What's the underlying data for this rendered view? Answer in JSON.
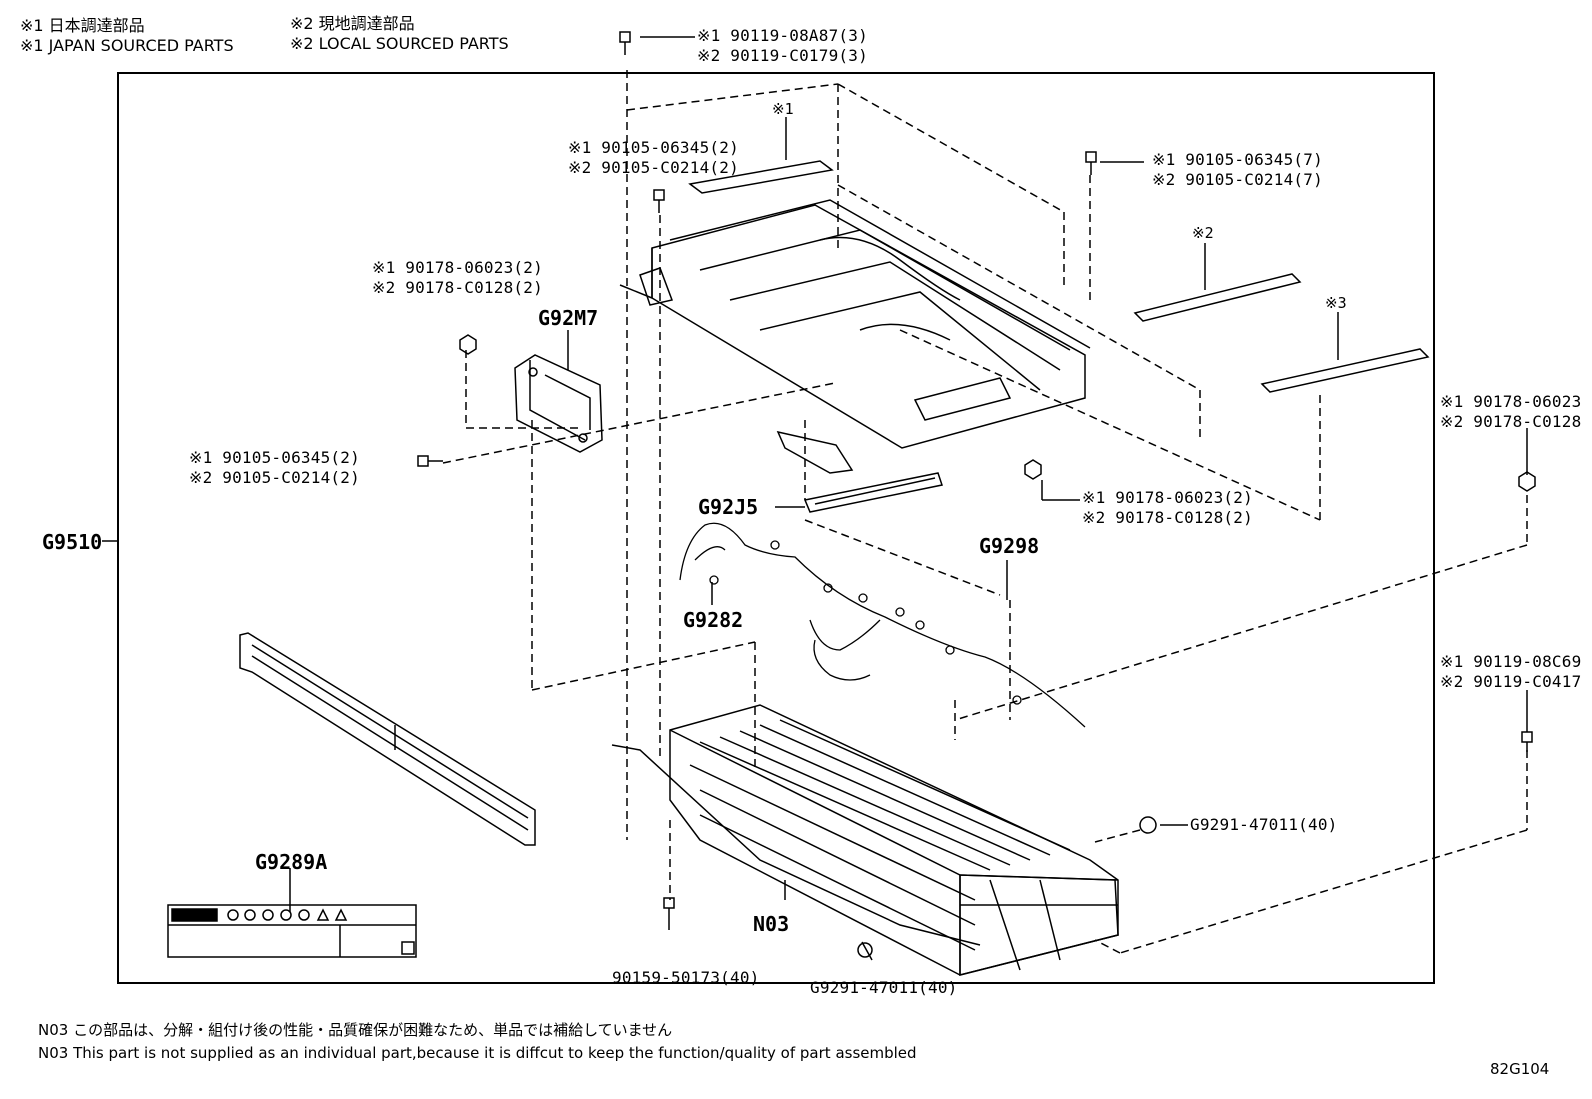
{
  "legend": {
    "jp1": "※1 日本調達部品",
    "en1": "※1 JAPAN SOURCED PARTS",
    "jp2": "※2 現地調達部品",
    "en2": "※2 LOCAL SOURCED PARTS"
  },
  "callouts": {
    "bolt_top": [
      "※1 90119-08A87(3)",
      "※2 90119-C0179(3)"
    ],
    "bolt_left_top": [
      "※1 90105-06345(2)",
      "※2 90105-C0214(2)"
    ],
    "bolt_right_top": [
      "※1 90105-06345(7)",
      "※2 90105-C0214(7)"
    ],
    "nut_bracket": [
      "※1 90178-06023(2)",
      "※2 90178-C0128(2)"
    ],
    "bolt_bracket": [
      "※1 90105-06345(2)",
      "※2 90105-C0214(2)"
    ],
    "nut_center": [
      "※1 90178-06023(2)",
      "※2 90178-C0128(2)"
    ],
    "nut_far_right": [
      "※1 90178-06023",
      "※2 90178-C0128"
    ],
    "bolt_far_right": [
      "※1 90119-08C69",
      "※2 90119-C0417"
    ],
    "stud": "90159-50173(40)",
    "clip_right": "G9291-47011(40)",
    "clip_bottom": "G9291-47011(40)",
    "mark1": "※1",
    "mark2": "※2",
    "mark3": "※3"
  },
  "parts": {
    "g9510": "G9510",
    "g92m7": "G92M7",
    "g92j5": "G92J5",
    "g9298": "G9298",
    "g9282": "G9282",
    "g9289a": "G9289A",
    "n03": "N03"
  },
  "notes": {
    "jp": "N03 この部品は、分解・組付け後の性能・品質確保が困難なため、単品では補給していません",
    "en": "N03 This part is not supplied as an  individual part,because it is diffcut to keep the function/quality of part assembled"
  },
  "figure_id": "82G104"
}
